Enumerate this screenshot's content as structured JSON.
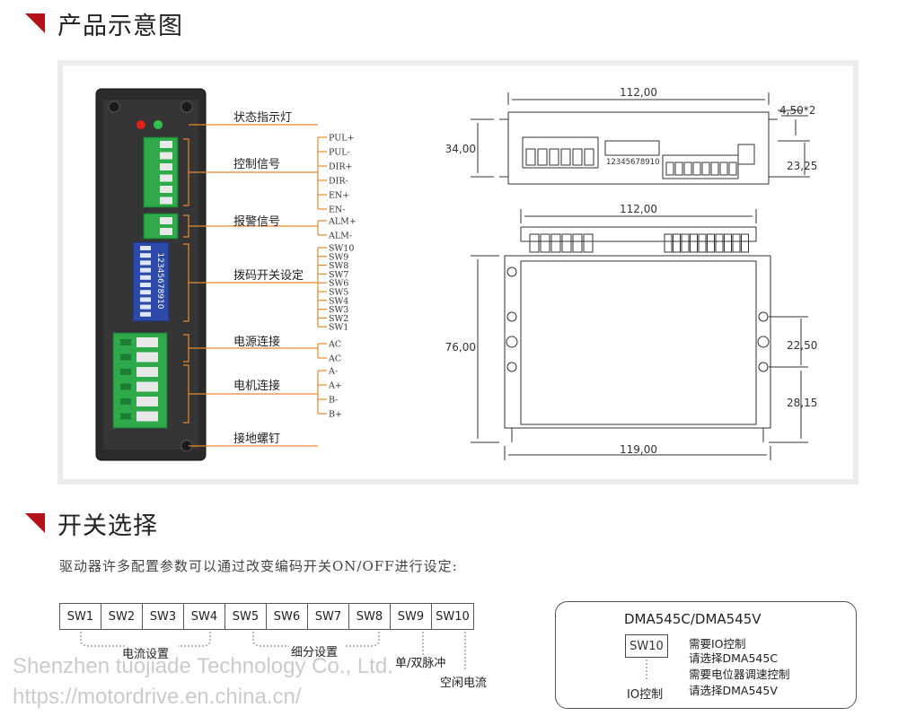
{
  "sections": {
    "diagram_title": "产品示意图",
    "switch_title": "开关选择"
  },
  "diagram": {
    "labels": {
      "status": "状态指示灯",
      "control": "控制信号",
      "alarm": "报警信号",
      "dip": "拨码开关设定",
      "power": "电源连接",
      "motor": "电机连接",
      "ground": "接地螺钉"
    },
    "control_pins": [
      "PUL+",
      "PUL-",
      "DIR+",
      "DIR-",
      "EN+",
      "EN-"
    ],
    "alarm_pins": [
      "ALM+",
      "ALM-"
    ],
    "dip_pins": [
      "SW10",
      "SW9",
      "SW8",
      "SW7",
      "SW6",
      "SW5",
      "SW4",
      "SW3",
      "SW2",
      "SW1"
    ],
    "power_pins": [
      "AC",
      "AC"
    ],
    "motor_pins": [
      "A-",
      "A+",
      "B-",
      "B+"
    ],
    "dip_digits": "12345678910",
    "dims": {
      "top_width": "112,00",
      "hole": "4,50*2",
      "height": "34,00",
      "side": "23,25",
      "front_width": "112,00",
      "depth": "76,00",
      "gap1": "22,50",
      "gap2": "28,15",
      "total": "119,00"
    }
  },
  "switches": {
    "description": "驱动器许多配置参数可以通过改变编码开关ON/OFF进行设定:",
    "cells": [
      "SW1",
      "SW2",
      "SW3",
      "SW4",
      "SW5",
      "SW6",
      "SW7",
      "SW8",
      "SW9",
      "SW10"
    ],
    "current_group": "电流设置",
    "micro_group": "细分设置",
    "pulse_mode": "单/双脉冲",
    "idle_current": "空闲电流"
  },
  "model_box": {
    "title": "DMA545C/DMA545V",
    "sw": "SW10",
    "io_label": "IO控制",
    "notes": [
      "需要IO控制",
      "请选择DMA545C",
      "需要电位器调速控制",
      "请选择DMA545V"
    ]
  },
  "watermark": {
    "company": "Shenzhen tuojiade Technology Co., Ltd.",
    "url": "https://motordrive.en.china.cn/"
  }
}
